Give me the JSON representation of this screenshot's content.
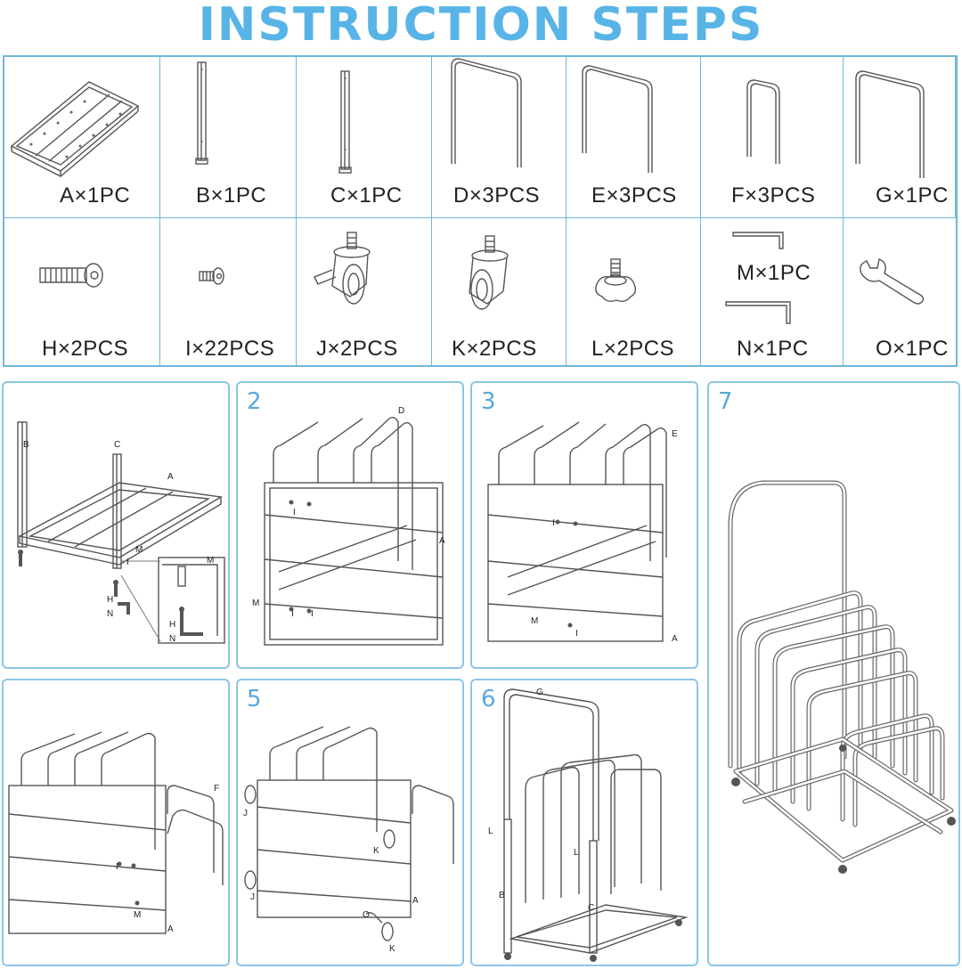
{
  "title": "INSTRUCTION STEPS",
  "parts": [
    {
      "label": "A×1PC",
      "icon": "frame-base-icon"
    },
    {
      "label": "B×1PC",
      "icon": "post-b-icon"
    },
    {
      "label": "C×1PC",
      "icon": "post-c-icon"
    },
    {
      "label": "D×3PCS",
      "icon": "u-bar-large-icon"
    },
    {
      "label": "E×3PCS",
      "icon": "u-bar-medium-icon"
    },
    {
      "label": "F×3PCS",
      "icon": "u-bar-small-icon"
    },
    {
      "label": "G×1PC",
      "icon": "u-bar-handle-icon"
    },
    {
      "label": "H×2PCS",
      "icon": "long-bolt-icon"
    },
    {
      "label": "I×22PCS",
      "icon": "short-bolt-icon"
    },
    {
      "label": "J×2PCS",
      "icon": "brake-caster-icon"
    },
    {
      "label": "K×2PCS",
      "icon": "caster-icon"
    },
    {
      "label": "L×2PCS",
      "icon": "knob-icon"
    },
    {
      "label": "M×1PC",
      "label2": "N×1PC",
      "icon": "hex-key-icon"
    },
    {
      "label": "O×1PC",
      "icon": "wrench-icon"
    }
  ],
  "steps": [
    {
      "number": "",
      "tags": [
        "B",
        "C",
        "A",
        "M",
        "I",
        "H",
        "N",
        "M",
        "H",
        "N"
      ]
    },
    {
      "number": "2",
      "tags": [
        "D",
        "A",
        "M",
        "I",
        "I",
        "I"
      ]
    },
    {
      "number": "3",
      "tags": [
        "E",
        "I",
        "A",
        "M",
        "I"
      ]
    },
    {
      "number": "",
      "tags": [
        "F",
        "I",
        "M",
        "A"
      ]
    },
    {
      "number": "5",
      "tags": [
        "J",
        "J",
        "K",
        "K",
        "O",
        "A"
      ]
    },
    {
      "number": "6",
      "tags": [
        "G",
        "L",
        "L",
        "B",
        "C"
      ]
    },
    {
      "number": "7",
      "tags": []
    }
  ]
}
